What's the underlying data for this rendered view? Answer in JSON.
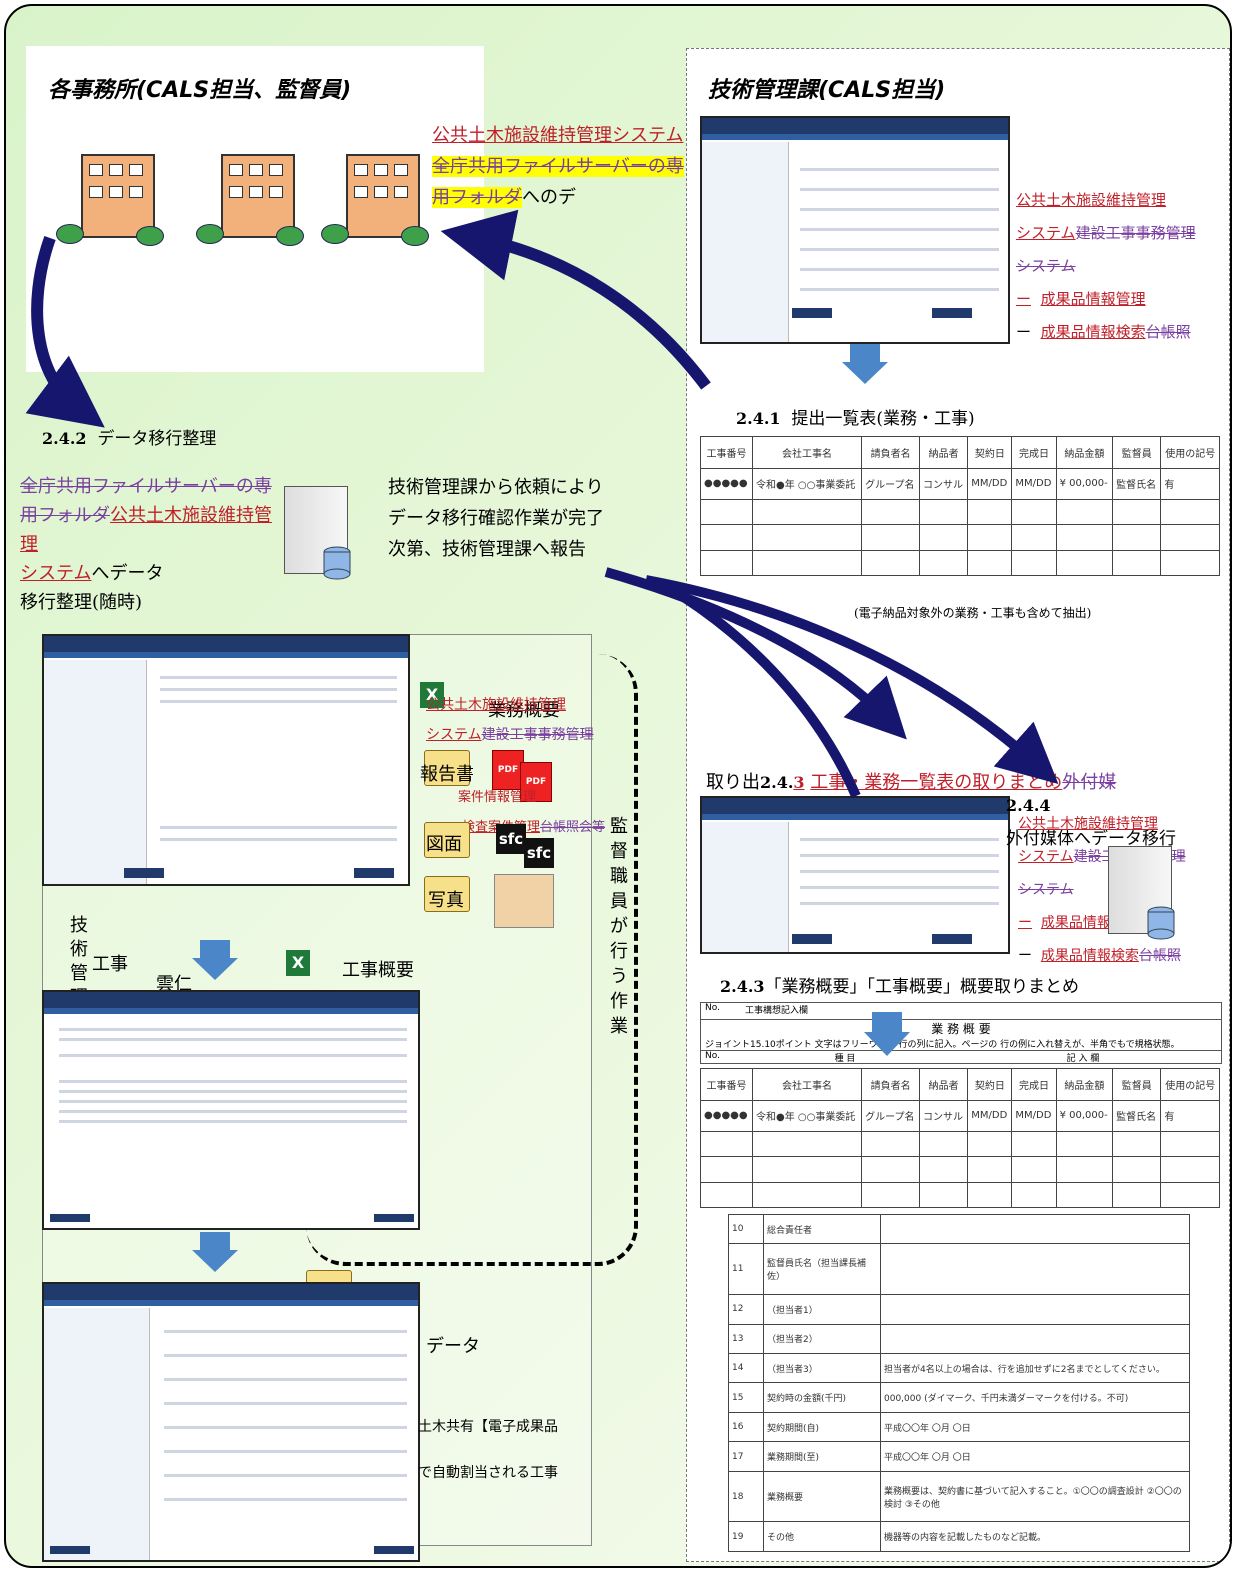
{
  "left_heading": "各事務所(CALS担当、監督員)",
  "right_heading": "技術管理課(CALS担当)",
  "colors": {
    "arrow": "#16166e",
    "down_arrow": "#4a86c8",
    "highlight": "#ffff00",
    "insert": "#c0202a",
    "delete": "#7a3fa0"
  },
  "top_note": {
    "ins1": "公共土木施設維持管理システム",
    "del1": "全庁共用ファイルサーバーの専用フォルダ",
    "tail": "へのデ"
  },
  "right_system": {
    "ins1": "公共土木施設維持管理",
    "ins2": "システム",
    "del1": "建設工事事務管理",
    "del2": "システム",
    "line3_dash": "ー",
    "line3_ins": "成果品情報管理",
    "line4_dash": "ー",
    "line4_ins": "成果品情報検索",
    "line4_del": "台帳照"
  },
  "sec241": {
    "num": "2.4.1",
    "label": "提出一覧表(業務・工事)"
  },
  "sec242": {
    "num": "2.4.2",
    "label": "データ移行整理"
  },
  "sec243a": {
    "prefix": "取り出",
    "num": "2.4.",
    "num_ins": "3",
    "ins": "工事・業務一覧表の取りまとめ",
    "del": "外付媒"
  },
  "sec244": {
    "num": "2.4.4",
    "label": "外付媒体へデータ移行"
  },
  "sec243b": {
    "num": "2.4.3",
    "label": "「業務概要」「工事概要」概要取りまとめ"
  },
  "left_mid_text": {
    "del": "全庁共用ファイルサーバーの専用フォルダ",
    "ins1": "公共土木施設維持管理",
    "ins2": "システム",
    "tail1": "へデータ",
    "tail2": "移行整理(随時)"
  },
  "report_text": [
    "技術管理課から依頼により",
    "データ移行確認作業が完了",
    "次第、技術管理課へ報告"
  ],
  "extract_note": "(電子納品対象外の業務・工事も含めて抽出)",
  "summary_table": {
    "headers": [
      "工事番号",
      "会社工事名",
      "請負者名",
      "納品者",
      "契約日",
      "完成日",
      "納品金額",
      "監督員",
      "使用の記号"
    ],
    "row": [
      "●●●●●",
      "令和●年 ○○事業委託",
      "グループ名",
      "コンサル",
      "MM/DD",
      "MM/DD",
      "¥ 00,000-",
      "監督氏名",
      "有"
    ]
  },
  "folder_labels": {
    "business": "業務概要",
    "report": "報告書",
    "drawing": "図面",
    "photo": "写真",
    "construction": "工事",
    "kouji_gaiyou": "工事概要",
    "cloud": "雲仁"
  },
  "overlay_labels": {
    "l1_ins": "公共土木施設維持管理",
    "l2_ins": "システム",
    "l2_del": "建設工事事務管理",
    "l3": "案件情報管理",
    "l4_ins": "検査案件管理",
    "l4_del": "台帳照会等"
  },
  "vertical_left": "技術管理",
  "vertical_right": "監督職員が行う作業",
  "mid_right_system": {
    "ins1": "公共土木施設維持管理",
    "ins2": "システム",
    "del1": "建設工事事務管理",
    "del2": "システム",
    "dash3": "ー",
    "ins3": "成果品情報管理",
    "dash4": "ー",
    "ins4": "成果品情報検索",
    "del4": "台帳照"
  },
  "bottom_texts": {
    "data": "データ",
    "t1": "土木共有【電子成果品",
    "t2": "で自動割当される工事"
  },
  "file_icons": {
    "pdf": "PDF",
    "sfc": "sfc",
    "xl": "X"
  },
  "outline_doc": {
    "header_no": "No.",
    "header_label": "工事構想記入欄",
    "title": "業 務 概 要",
    "intro": "ジョイント15.10ポイント 文字はフリーウェア 行の列に記入。ページの 行の例に入れ替えが、半角でもで規格状態。",
    "col_no": "No.",
    "col_item": "種 目",
    "col_content": "記 入 欄",
    "rows": [
      {
        "no": "10",
        "label": "総合責任者",
        "value": ""
      },
      {
        "no": "11",
        "label": "監督員氏名（担当課長補佐）",
        "value": ""
      },
      {
        "no": "12",
        "label": "（担当者1）",
        "value": ""
      },
      {
        "no": "13",
        "label": "（担当者2）",
        "value": ""
      },
      {
        "no": "14",
        "label": "（担当者3）",
        "value": "担当者が4名以上の場合は、行を追加せずに2名までとしてください。"
      },
      {
        "no": "15",
        "label": "契約時の金額(千円)",
        "value": "000,000 (ダイマーク、千円未満ダーマークを付ける。不可)"
      },
      {
        "no": "16",
        "label": "契約期間(自)",
        "value": "平成〇〇年 〇月 〇日"
      },
      {
        "no": "17",
        "label": "業務期間(至)",
        "value": "平成〇〇年 〇月 〇日"
      },
      {
        "no": "18",
        "label": "業務概要",
        "value": "業務概要は、契約書に基づいて記入すること。①〇〇の調査設計 ②〇〇の検討 ③その他"
      },
      {
        "no": "19",
        "label": "その他",
        "value": "機器等の内容を記載したものなど記載。"
      }
    ]
  }
}
